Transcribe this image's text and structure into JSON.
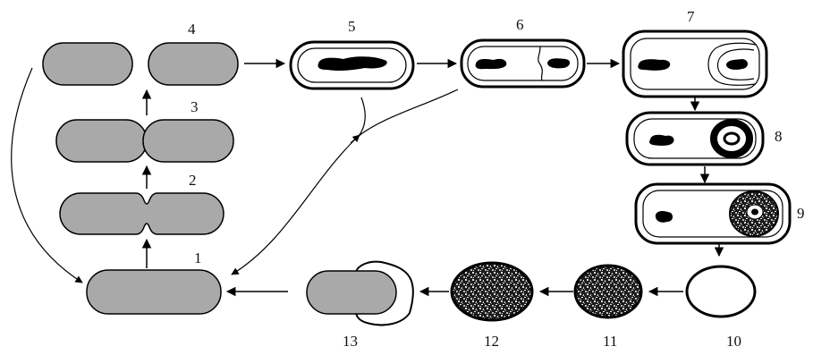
{
  "labels": {
    "s1": "1",
    "s2": "2",
    "s3": "3",
    "s4": "4",
    "s5": "5",
    "s6": "6",
    "s7": "7",
    "s8": "8",
    "s9": "9",
    "s10": "10",
    "s11": "11",
    "s12": "12",
    "s13": "13"
  },
  "colors": {
    "cell_fill": "#a9a9a9",
    "stroke": "#000000",
    "speckle_dark": "#1a1a1a",
    "speckle_light": "#d8d8d8"
  }
}
